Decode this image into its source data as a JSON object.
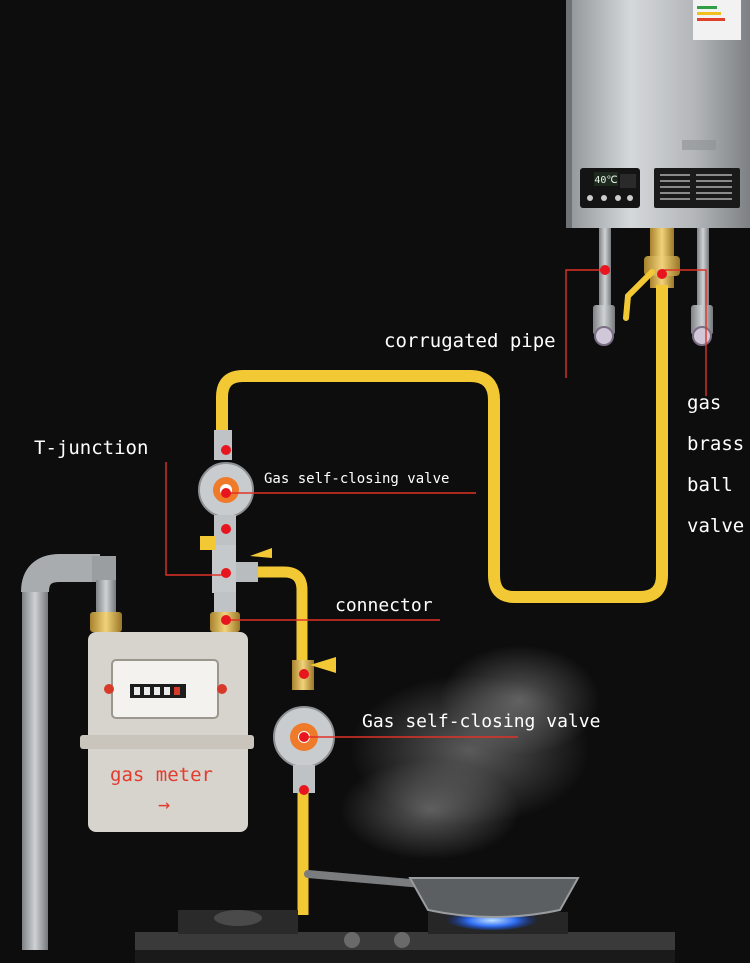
{
  "labels": {
    "corrugated_pipe": "corrugated pipe",
    "gas_brass_ball_valve": [
      "gas",
      "brass",
      "ball",
      "valve"
    ],
    "t_junction": "T-junction",
    "gas_self_closing_valve_upper": "Gas self-closing  valve",
    "connector": "connector",
    "gas_self_closing_valve_lower": "Gas self-closing valve",
    "gas_meter": "gas meter",
    "gas_meter_arrow": "→"
  },
  "heater_display": {
    "temperature": "40℃"
  },
  "colors": {
    "background": "#0d0d0d",
    "gas_hose": "#f2c935",
    "callout_line": "#e03228",
    "marker": "#e8141e",
    "steel": "#b9bcbf",
    "meter_body": "#d7d4cd",
    "flame": "#2f6df2"
  }
}
